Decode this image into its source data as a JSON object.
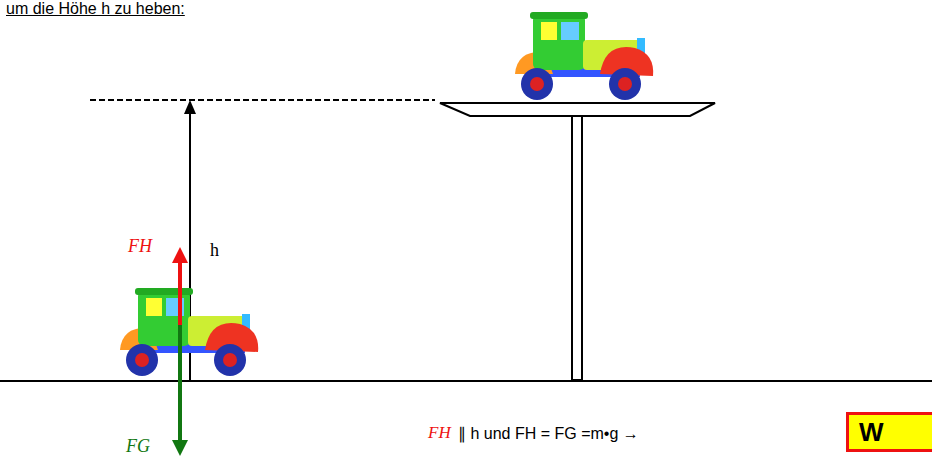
{
  "diagram": {
    "title": "um die Höhe h zu heben:",
    "nodes": [
      {
        "text": [
          "W"
        ]
      }
    ],
    "labels": [
      "FH",
      "h",
      "FG",
      "FH",
      "∥ h und FH = FG =m•g →"
    ]
  }
}
